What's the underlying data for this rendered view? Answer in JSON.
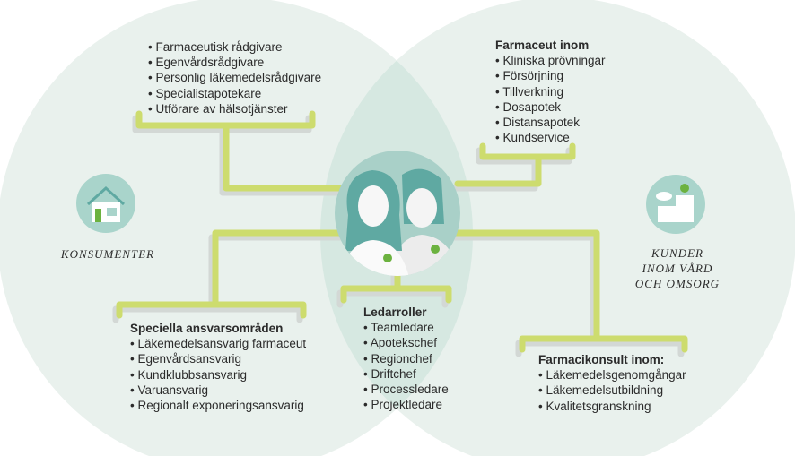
{
  "left_segment": {
    "label": "KONSUMENTER",
    "icon": "house-icon"
  },
  "right_segment": {
    "label_lines": [
      "KUNDER",
      "INOM VÅRD",
      "OCH OMSORG"
    ],
    "icon": "hospital-icon"
  },
  "top_left": {
    "items": [
      "Farmaceutisk rådgivare",
      "Egenvårdsrådgivare",
      "Personlig läkemedelsrådgivare",
      "Specialistapotekare",
      "Utförare av hälsotjänster"
    ]
  },
  "top_right": {
    "title": "Farmaceut inom",
    "items": [
      "Kliniska prövningar",
      "Försörjning",
      "Tillverkning",
      "Dosapotek",
      "Distansapotek",
      "Kundservice"
    ]
  },
  "bottom_left": {
    "title": "Speciella ansvarsområden",
    "items": [
      "Läkemedelsansvarig farmaceut",
      "Egenvårdsansvarig",
      "Kundklubbsansvarig",
      "Varuansvarig",
      "Regionalt exponeringsansvarig"
    ]
  },
  "bottom_center": {
    "title": "Ledarroller",
    "items": [
      "Teamledare",
      "Apotekschef",
      "Regionchef",
      "Driftchef",
      "Processledare",
      "Projektledare"
    ]
  },
  "bottom_right": {
    "title": "Farmacikonsult inom:",
    "items": [
      "Läkemedelsgenomgångar",
      "Läkemedelsutbildning",
      "Kvalitetsgranskning"
    ]
  },
  "colors": {
    "circle": "#e9f1ed",
    "overlap": "#d6e8e1",
    "connector": "#cddc6e",
    "shadow": "#d7dbd8",
    "teal": "#5fa9a2",
    "icon_bg": "#a9d4cb"
  }
}
